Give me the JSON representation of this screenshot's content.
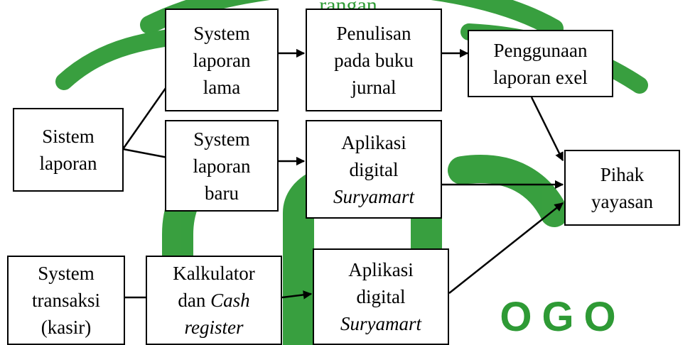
{
  "watermark": {
    "color": "#2e9a35",
    "text_top": "rangan",
    "text_bottom": "OGO"
  },
  "boxes": {
    "sistem_laporan": {
      "line1": "Sistem",
      "line2": "laporan"
    },
    "system_lama": {
      "line1": "System",
      "line2": "laporan",
      "line3": "lama"
    },
    "system_baru": {
      "line1": "System",
      "line2": "laporan",
      "line3": "baru"
    },
    "penulisan": {
      "line1": "Penulisan",
      "line2": "pada buku",
      "line3": "jurnal"
    },
    "aplikasi1": {
      "line1": "Aplikasi",
      "line2": "digital",
      "line3": "Suryamart"
    },
    "penggunaan": {
      "line1": "Penggunaan",
      "line2": "laporan exel"
    },
    "pihak": {
      "line1": "Pihak",
      "line2": "yayasan"
    },
    "system_transaksi": {
      "line1": "System",
      "line2": "transaksi",
      "line3": "(kasir)"
    },
    "kalkulator": {
      "line1": "Kalkulator",
      "line2a": "dan ",
      "line2b": "Cash",
      "line3": "register"
    },
    "aplikasi2": {
      "line1": "Aplikasi",
      "line2": "digital",
      "line3": "Suryamart"
    }
  }
}
